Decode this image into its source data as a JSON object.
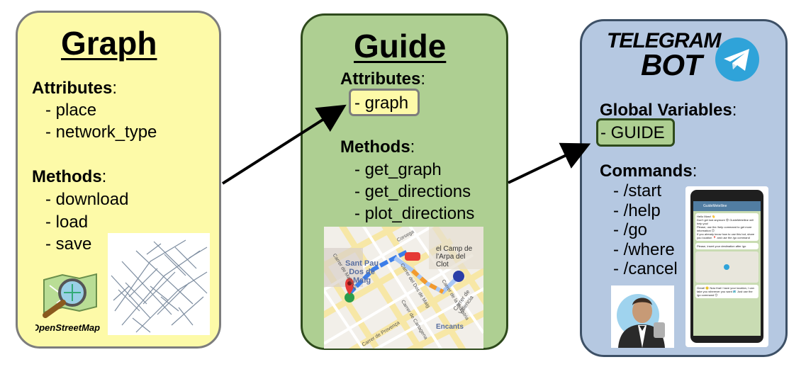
{
  "graph": {
    "title": "Graph",
    "attributes_heading": "Attributes",
    "attributes": [
      "- place",
      "- network_type"
    ],
    "methods_heading": "Methods",
    "methods": [
      "- download",
      "- load",
      "- save"
    ],
    "osm_logo_text": "OpenStreetMap"
  },
  "guide": {
    "title": "Guide",
    "attributes_heading": "Attributes",
    "attributes": [
      "- graph"
    ],
    "methods_heading": "Methods",
    "methods": [
      "- get_graph",
      "- get_directions",
      "- plot_directions"
    ],
    "map_labels": [
      "Sant Pau",
      "Dos de",
      "Maig",
      "el Camp de",
      "l'Arpa del",
      "Clot",
      "Encants",
      "Carrer de Valencia",
      "Carrer de Mallorca",
      "Carrer del Dos de Maig",
      "Carrer de Provença",
      "Carrer de Cartagena",
      "Carrer de la Indústria",
      "Corsega"
    ]
  },
  "bot": {
    "logo_line1": "TELEGRAM",
    "logo_line2": "BOT",
    "globals_heading": "Global Variables",
    "globals": [
      "- GUIDE"
    ],
    "commands_heading": "Commands",
    "commands": [
      "- /start",
      "- /help",
      "- /go",
      "- /where",
      "- /cancel"
    ],
    "phone": {
      "chat_title": "GuideMetelline",
      "messages": [
        "Hello Marc! 👋",
        "Don't get lost anymore 😄 GuideMetelline will help you!",
        "Please, use the /help command to get more information 😊",
        "If you already know how to use this bot, share you location 📍 and use the /go command",
        "Please, insert your destination after /go",
        "Great! 🙂 Now that I have your location, I can take you wherever you want 🗺️ Just use the /go command 😊"
      ]
    }
  },
  "colors": {
    "graph_fill": "#fdfaa8",
    "graph_border": "#7d7d7d",
    "guide_fill": "#aecf92",
    "guide_border": "#2e4a1c",
    "bot_fill": "#b5c8e1",
    "bot_border": "#3d5066",
    "telegram_blue": "#2fa3d9"
  }
}
